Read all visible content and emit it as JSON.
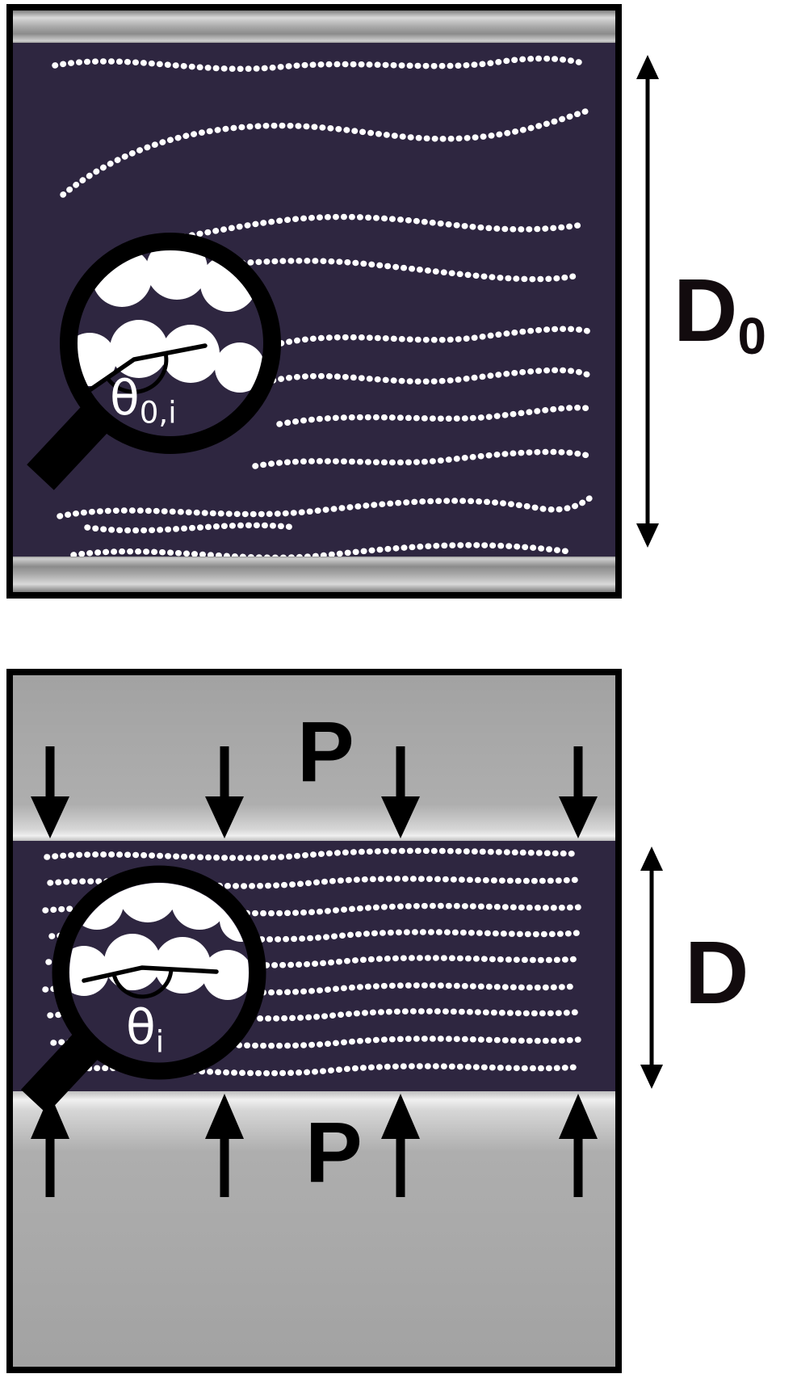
{
  "figure": {
    "top_panel": {
      "magnifier_angle_symbol": "θ",
      "magnifier_angle_subscript": "0,i",
      "gap_symbol": "D",
      "gap_subscript": "0"
    },
    "bottom_panel": {
      "pressure_top": "P",
      "pressure_bottom": "P",
      "magnifier_angle_symbol": "θ",
      "magnifier_angle_subscript": "i",
      "gap_symbol": "D",
      "gap_subscript": ""
    },
    "colors": {
      "polymer_region": "#2e2640",
      "plate_gray": "#aaaaaa",
      "chain": "#ffffff",
      "ink": "#120b0e"
    }
  }
}
